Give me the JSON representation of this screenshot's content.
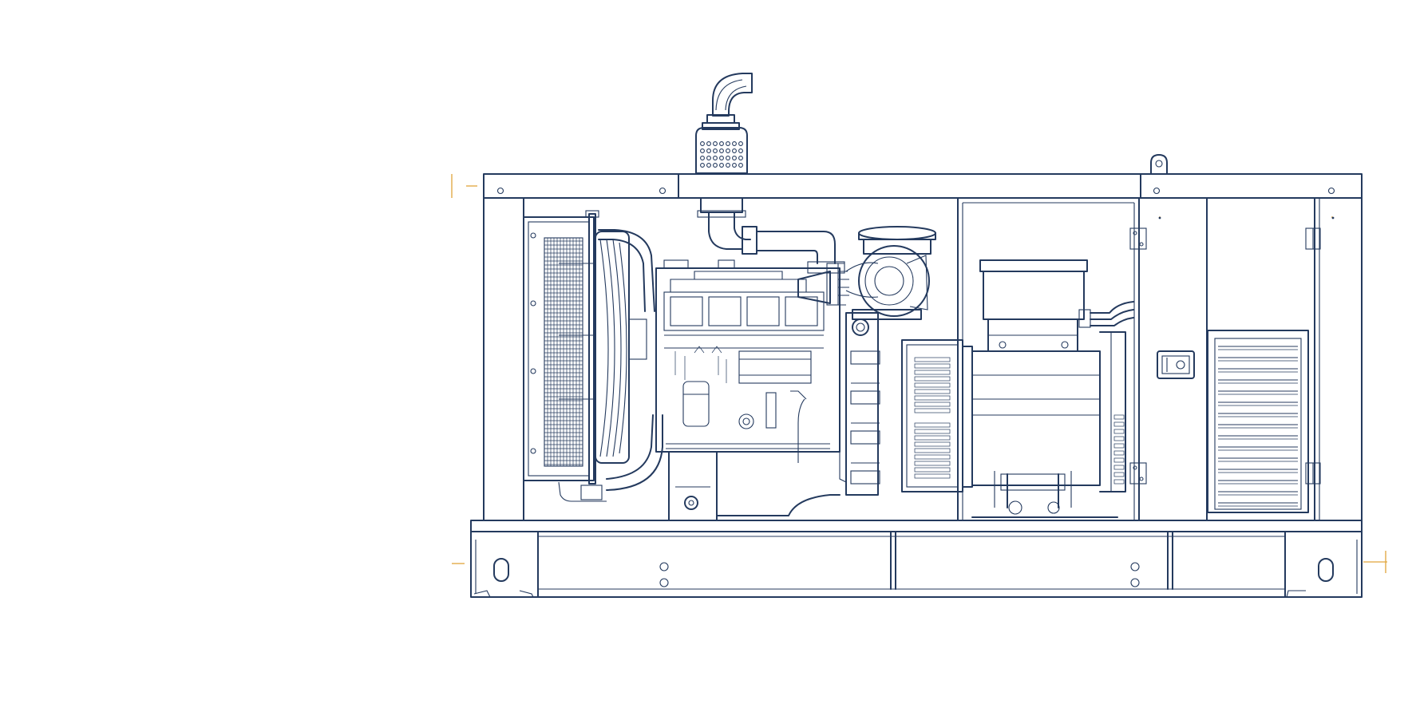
{
  "drawing": {
    "line_color": "#243a5e",
    "marker_color": "#e0a53a",
    "background": "#ffffff"
  },
  "components": [
    "exhaust-pipe",
    "exhaust-muffler",
    "lifting-eye",
    "radiator",
    "cooling-fan",
    "engine-block",
    "turbocharger",
    "air-filter",
    "oil-filter",
    "alternator",
    "control-box",
    "enclosure-door",
    "ventilation-louver",
    "base-frame"
  ]
}
